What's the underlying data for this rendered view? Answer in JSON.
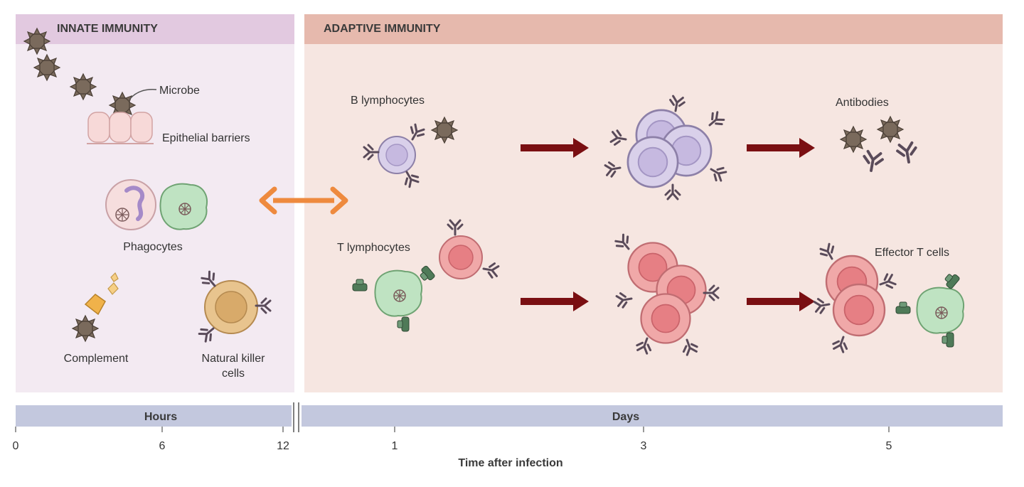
{
  "innate": {
    "title": "INNATE IMMUNITY",
    "microbe": "Microbe",
    "epithelial": "Epithelial barriers",
    "phagocytes": "Phagocytes",
    "complement": "Complement",
    "nk_line1": "Natural killer",
    "nk_line2": "cells"
  },
  "adaptive": {
    "title": "ADAPTIVE IMMUNITY",
    "b_lymphocytes": "B lymphocytes",
    "antibodies": "Antibodies",
    "t_lymphocytes": "T lymphocytes",
    "effector": "Effector T cells"
  },
  "timeline": {
    "hours": "Hours",
    "days": "Days",
    "ticks": [
      "0",
      "6",
      "12",
      "1",
      "3",
      "5"
    ],
    "axis_label": "Time after infection"
  },
  "colors": {
    "innate_bg": "#f3eaf2",
    "innate_header": "#e2c9e0",
    "adaptive_bg": "#f6e6e1",
    "adaptive_header": "#e6b9ad",
    "timeline_bar": "#c3c8de",
    "arrow_red": "#7a0f12",
    "arrow_orange": "#ee8a3e",
    "b_cell": "#d9d0ea",
    "t_cell": "#f0a8a8",
    "apc": "#bfe3c2",
    "nk": "#e8c48e",
    "microbe": "#7a6a5c"
  }
}
